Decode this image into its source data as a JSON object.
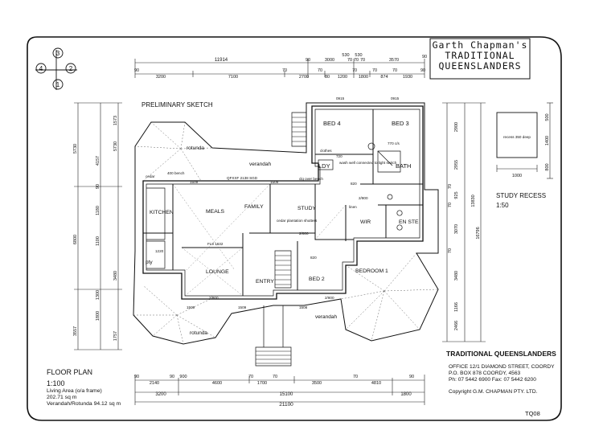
{
  "brand": {
    "line1": "Garth Chapman's",
    "line2": "TRADITIONAL",
    "line3": "QUEENSLANDERS"
  },
  "sketch_title": "PRELIMINARY SKETCH",
  "compass": [
    "3",
    "2",
    "1",
    "4"
  ],
  "dims": {
    "top_overall": "11914",
    "top_a": [
      "90",
      "3000",
      "530",
      "530",
      "70",
      "70",
      "70",
      "3570",
      "90"
    ],
    "top_b": [
      "90",
      "3200",
      "7100",
      "70",
      "2700",
      "70",
      "80",
      "1200",
      "70",
      "1800",
      "70",
      "874",
      "70",
      "1930",
      "90"
    ],
    "bottom_a": [
      "90",
      "2140",
      "90",
      "900",
      "4600",
      "70",
      "1700",
      "70",
      "3500",
      "70",
      "4810",
      "90"
    ],
    "bottom_b": [
      "3200",
      "15100",
      "1800"
    ],
    "bottom_overall": "21100",
    "left_a": [
      "1573",
      "4157",
      "90",
      "1180",
      "1100",
      "1300",
      "1800",
      "1757"
    ],
    "left_b": [
      "5730",
      "6800",
      "3557"
    ],
    "left_c": [
      "5730",
      "3480"
    ],
    "right_a": [
      "2900",
      "2955",
      "70",
      "925",
      "70",
      "3070",
      "70",
      "3480",
      "1166",
      "2466"
    ],
    "right_b": [
      "13830",
      "16796"
    ]
  },
  "rooms": {
    "bed4": "BED 4",
    "bed3": "BED 3",
    "rotunda_top": "rotunda",
    "verandah_top": "verandah",
    "ldy": "LDY",
    "bath": "BATH",
    "kitchen": "KITCHEN",
    "meals": "MEALS",
    "family": "FAMILY",
    "study": "STUDY",
    "wir": "WIR",
    "ensuite": "EN STE",
    "pty": "pty",
    "lounge": "LOUNGE",
    "entry": "ENTRY",
    "bed2": "BED 2",
    "bedroom1": "BEDROOM 1",
    "verandah_bottom": "verandah",
    "rotunda_bottom": "rotunda"
  },
  "notes": {
    "n0915a": "0915",
    "n0915b": "0915",
    "sgd": "QFXXF 2138 SGD",
    "n1509a": "1509",
    "n1509b": "1509",
    "n1509c": "1509",
    "n1509d": "1509",
    "n1508": "1508",
    "fl": "FL9 1632",
    "wash": "wash well connected to light switch",
    "clothes": "clothes",
    "clg": "clg over bench",
    "shutters": "cedar plantation shutters",
    "bench": "400 bench",
    "cedar": "cedar",
    "n2800a": "2/800",
    "n2800b": "2/800",
    "n2800c": "2/800",
    "n2800d": "2/800",
    "n820a": "820",
    "n820b": "820",
    "n770": "770 c/s",
    "n720": "720",
    "n1220": "1220",
    "linen": "linen"
  },
  "recess": {
    "label": "recess 350 deep",
    "width": "1000",
    "depth_a": "500",
    "depth_b": "1400",
    "depth_c": "800",
    "title": "STUDY RECESS",
    "scale": "1:50"
  },
  "company": {
    "name": "TRADITIONAL QUEENSLANDERS",
    "office": "OFFICE 12/1 DIAMOND STREET, COORDY",
    "pobox": "P.O. BOX 878 COORDY, 4563",
    "phone": "Ph: 07 5442 6900 Fax: 07 5442 6200",
    "copyright": "Copyright G.M. CHAPMAN PTY. LTD."
  },
  "floor_plan": {
    "title": "FLOOR PLAN",
    "scale": "1:100",
    "living_label": "Living Area (o/a frame)",
    "living_value": "202.71 sq m",
    "verandah": "Verandah/Rotunda 94.12 sq m"
  },
  "sheet_code": "TQ08"
}
